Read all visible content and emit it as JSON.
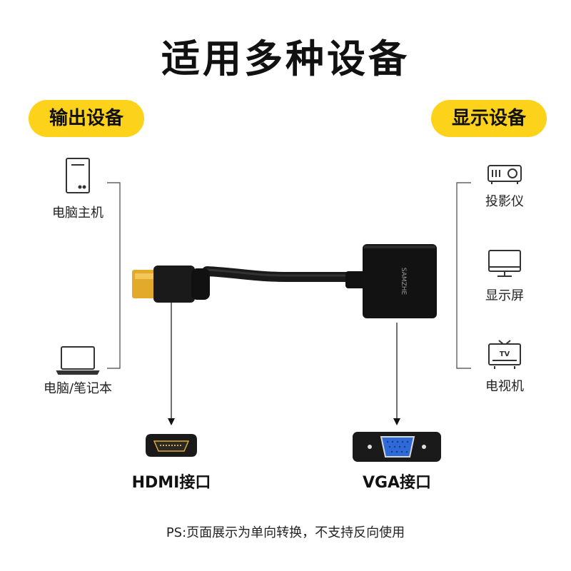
{
  "title": "适用多种设备",
  "output_group": {
    "label": "输出设备",
    "devices": [
      {
        "label": "电脑主机",
        "icon": "desktop-tower-icon"
      },
      {
        "label": "电脑/笔记本",
        "icon": "laptop-icon"
      }
    ]
  },
  "display_group": {
    "label": "显示设备",
    "devices": [
      {
        "label": "投影仪",
        "icon": "projector-icon"
      },
      {
        "label": "显示屏",
        "icon": "monitor-icon"
      },
      {
        "label": "电视机",
        "icon": "tv-icon"
      }
    ]
  },
  "adapter_brand": "SAMZHE",
  "tv_icon_text": "TV",
  "ports": {
    "hdmi_label": "HDMI接口",
    "vga_label": "VGA接口"
  },
  "footnote": "PS:页面展示为单向转换，不支持反向使用",
  "colors": {
    "accent": "#FDD21A",
    "adapter_body": "#121212",
    "hdmi_plug": "#E3A92A",
    "vga_port": "#2F6BD8"
  }
}
